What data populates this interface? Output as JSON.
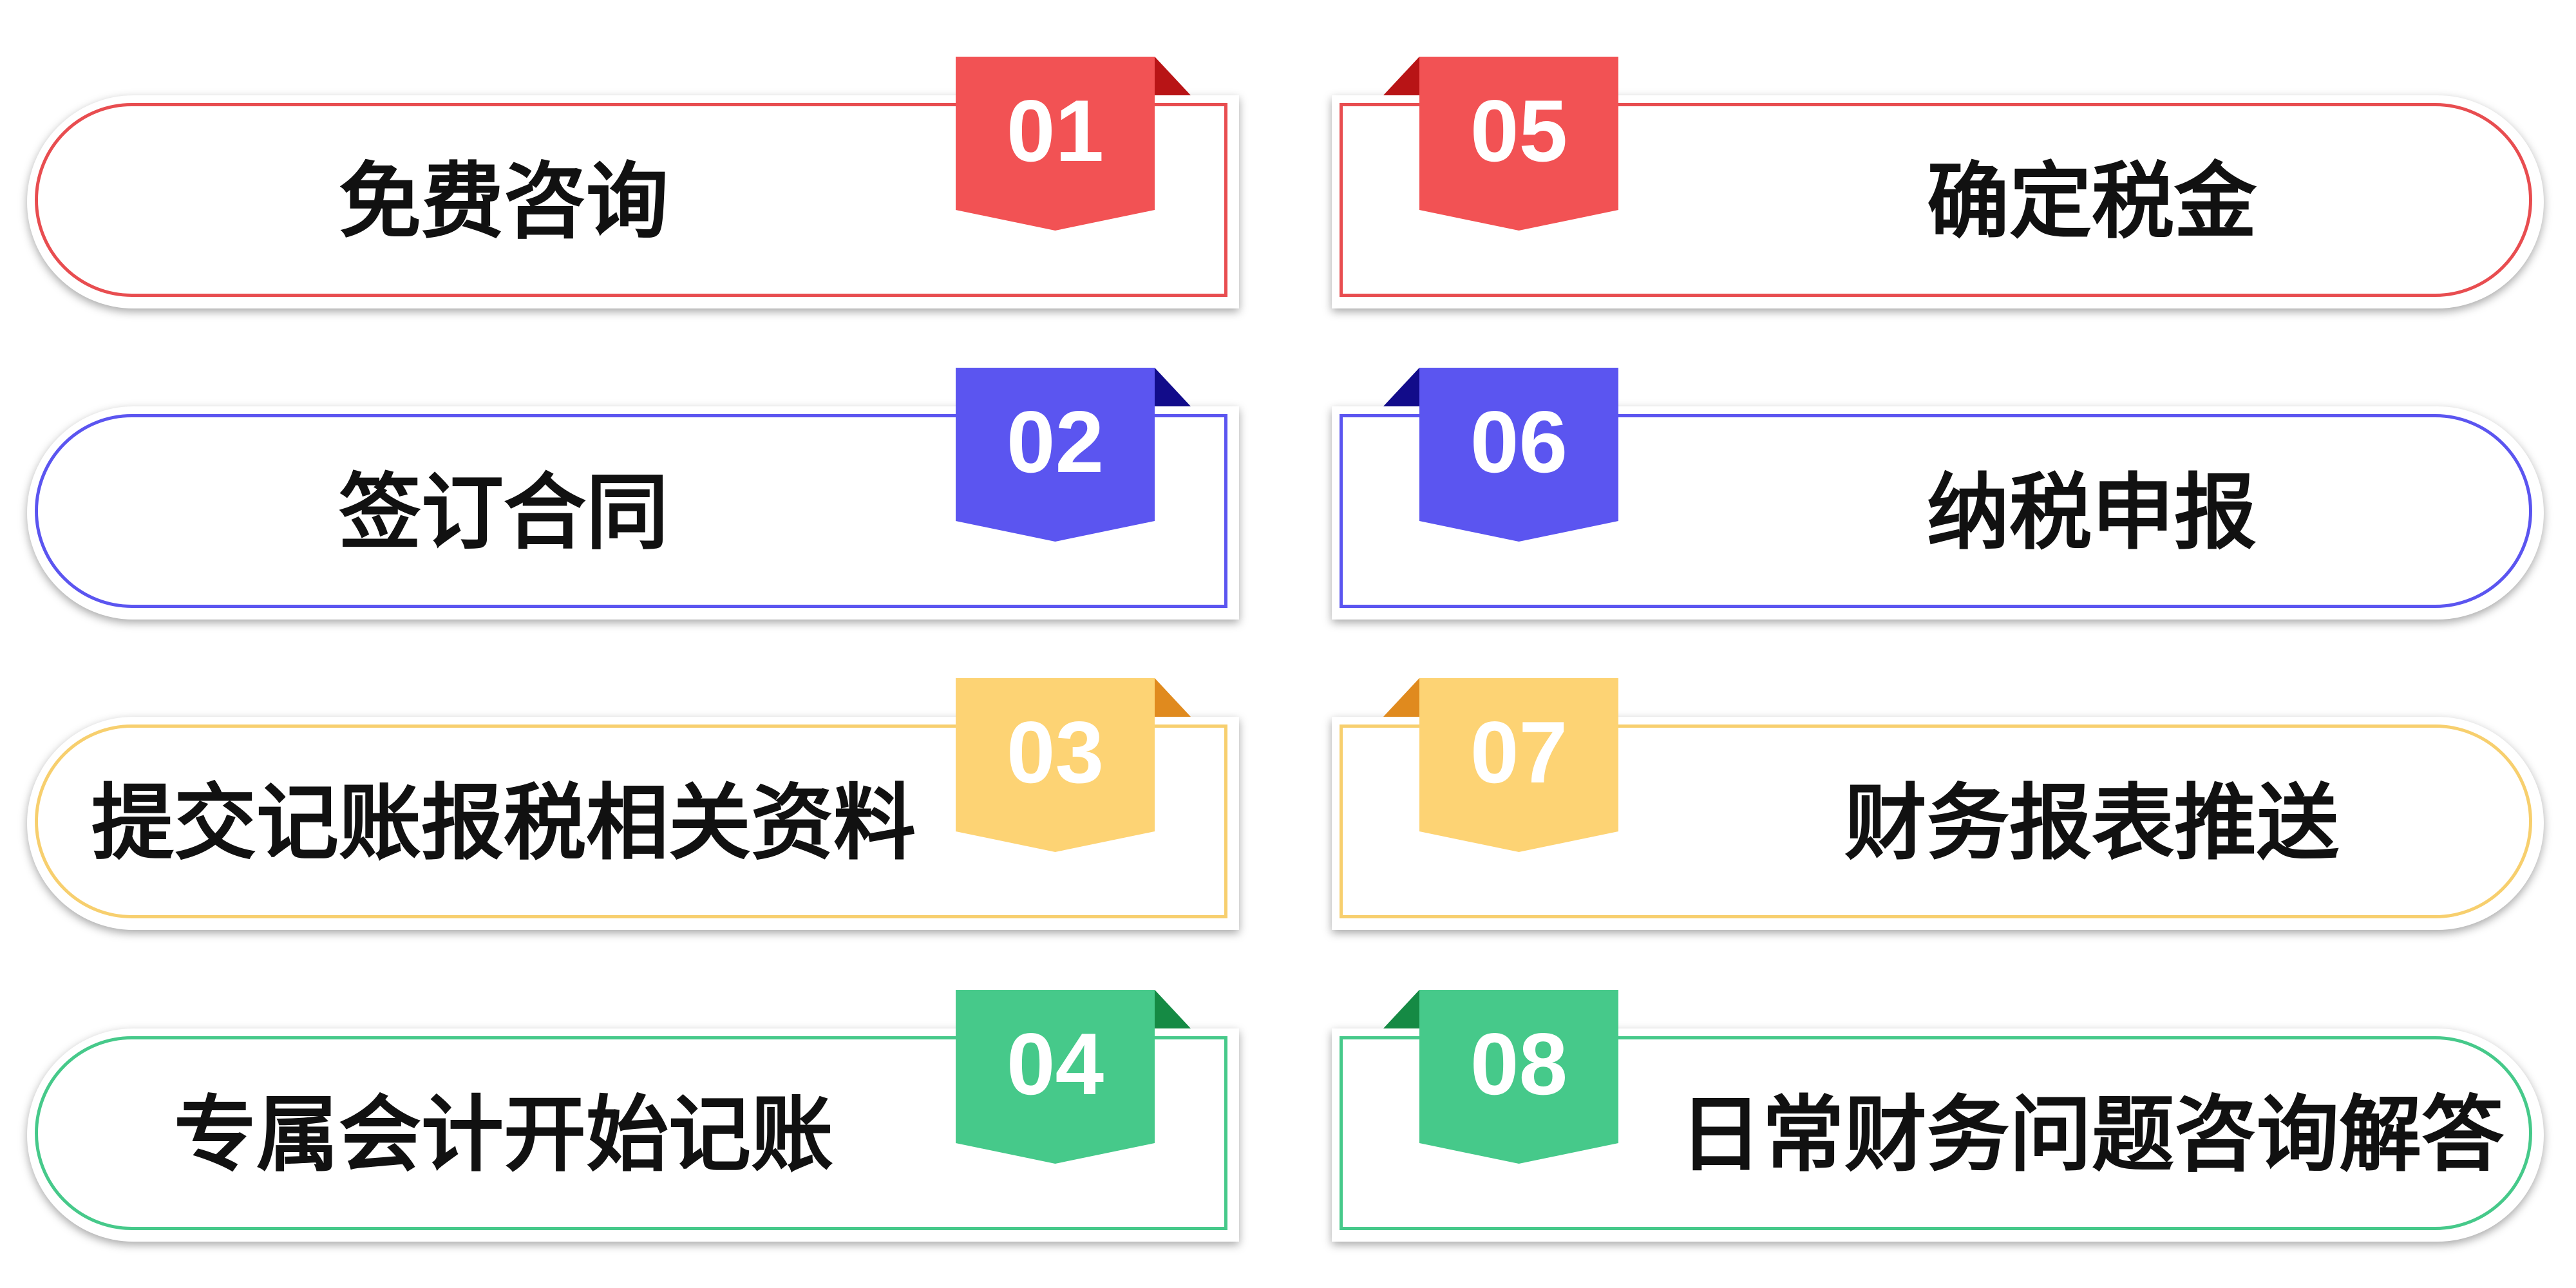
{
  "steps": [
    {
      "number": "01",
      "label": "免费咨询",
      "color": "#f25254",
      "dark": "#b81416",
      "border": "#e84d50"
    },
    {
      "number": "02",
      "label": "签订合同",
      "color": "#5b55f0",
      "dark": "#120c8a",
      "border": "#5b55f0"
    },
    {
      "number": "03",
      "label": "提交记账报税相关资料",
      "color": "#fdd374",
      "dark": "#e08a1e",
      "border": "#f7cf6e"
    },
    {
      "number": "04",
      "label": "专属会计开始记账",
      "color": "#46c98a",
      "dark": "#158a44",
      "border": "#46c98a"
    },
    {
      "number": "05",
      "label": "确定税金",
      "color": "#f25254",
      "dark": "#b81416",
      "border": "#e84d50"
    },
    {
      "number": "06",
      "label": "纳税申报",
      "color": "#5b55f0",
      "dark": "#120c8a",
      "border": "#5b55f0"
    },
    {
      "number": "07",
      "label": "财务报表推送",
      "color": "#fdd374",
      "dark": "#e08a1e",
      "border": "#f7cf6e"
    },
    {
      "number": "08",
      "label": "日常财务问题咨询解答",
      "color": "#46c98a",
      "dark": "#158a44",
      "border": "#46c98a"
    }
  ]
}
